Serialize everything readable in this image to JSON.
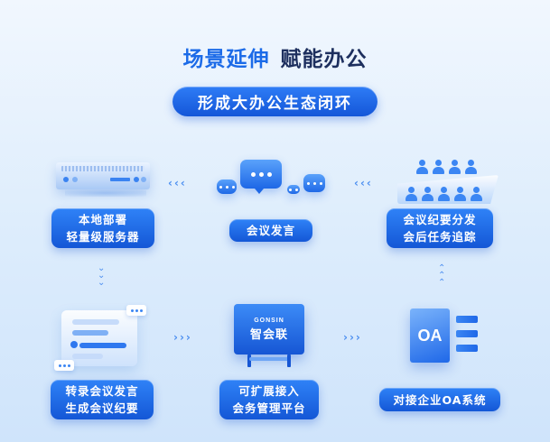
{
  "header": {
    "title_part1": "场景延伸",
    "title_part2": "赋能办公",
    "subtitle": "形成大办公生态闭环"
  },
  "nodes": {
    "local_deploy": {
      "line1": "本地部署",
      "line2": "轻量级服务器"
    },
    "speak": {
      "line1": "会议发言"
    },
    "minutes": {
      "line1": "会议纪要分发",
      "line2": "会后任务追踪"
    },
    "transcribe": {
      "line1": "转录会议发言",
      "line2": "生成会议纪要"
    },
    "platform": {
      "line1": "可扩展接入",
      "line2": "会务管理平台",
      "screen_brand": "GONSIN",
      "screen_name": "智会联"
    },
    "oa": {
      "line1": "对接企业OA系统",
      "icon_text": "OA"
    }
  },
  "colors": {
    "accent": "#1c6be8",
    "title_dark": "#1d2f5e",
    "label_blue": "#1457d6",
    "chevron": "#4d8ff0",
    "bg_top": "#f1f7fe",
    "bg_bottom": "#cfe4fb"
  },
  "icons": {
    "server": "server-icon",
    "chat": "chat-bubbles-icon",
    "people": "audience-icon",
    "document": "transcript-panel-icon",
    "monitor": "monitor-icon",
    "oa": "oa-system-icon",
    "arrow": "chevron-icon"
  }
}
